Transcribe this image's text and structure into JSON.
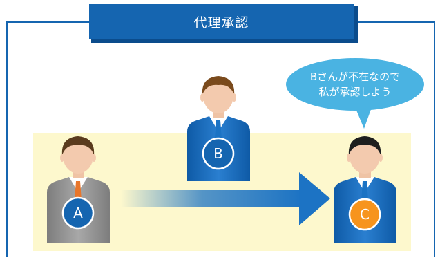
{
  "title": "代理承認",
  "speech_bubble": {
    "line1": "Bさんが不在なので",
    "line2": "私が承認しよう"
  },
  "people": [
    {
      "label": "A",
      "suit_color": "#8f8f8f",
      "badge_color": "#1565b0"
    },
    {
      "label": "B",
      "suit_color": "#1565b0",
      "badge_color": "#1565b0"
    },
    {
      "label": "C",
      "suit_color": "#1565b0",
      "badge_color": "#f7941d"
    }
  ],
  "colors": {
    "accent_blue": "#1565b0",
    "arrow_blue": "#1c73c4",
    "highlight_band": "#fdf8cd",
    "speech_bubble": "#4ab3e2",
    "approver_orange": "#f7941d"
  }
}
